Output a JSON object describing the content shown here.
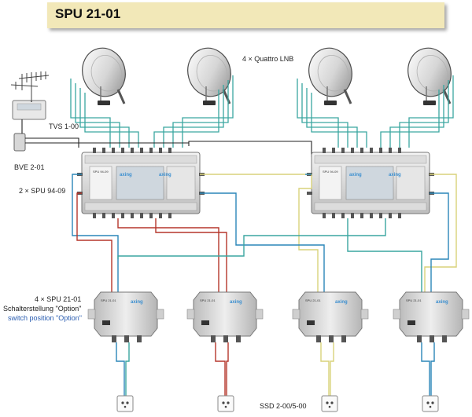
{
  "title": "SPU 21-01",
  "labels": {
    "lnb": "4 × Quattro LNB",
    "tvs": "TVS 1-00",
    "bve": "BVE 2-01",
    "spu94": "2 × SPU 94-09",
    "spu21_line1": "4 × SPU 21-01",
    "spu21_line2": "Schalterstellung \"Option\"",
    "spu21_line3": "switch position \"Option\"",
    "ssd": "SSD 2-00/5-00"
  },
  "devices": {
    "spu94_name": "SPU 94-09",
    "spu21_name": "SPU 21-01",
    "brand": "axing"
  },
  "colors": {
    "cable_teal": "#3aa6a0",
    "cable_red": "#b5362b",
    "cable_yellow": "#d9d27a",
    "cable_blue": "#2a86b8",
    "cable_black": "#222222",
    "title_bg": "#f2e8b8"
  }
}
